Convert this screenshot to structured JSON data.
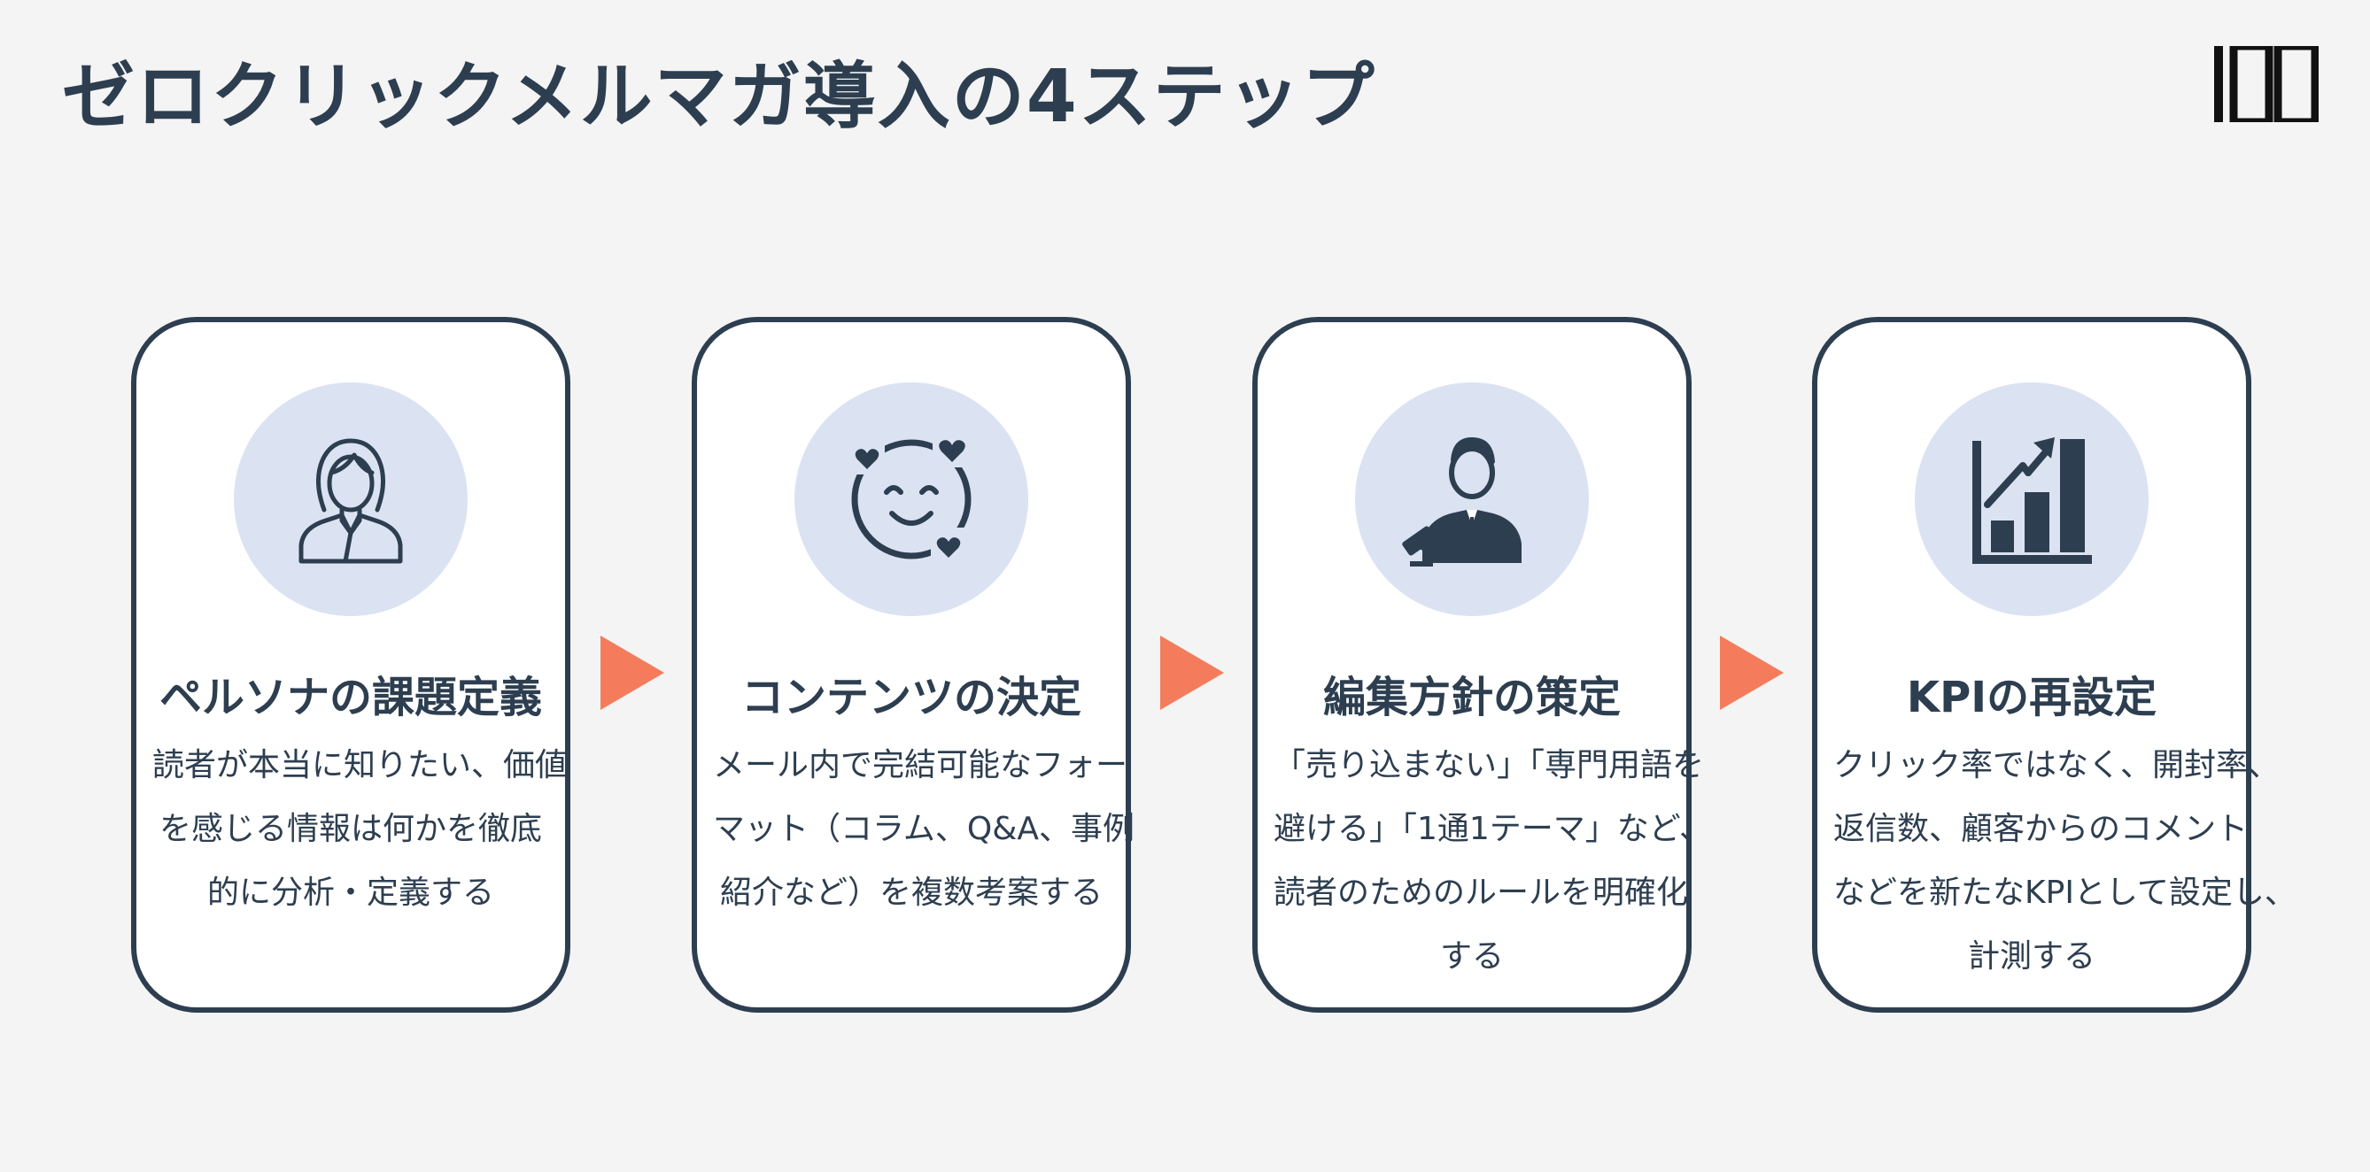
{
  "title": "ゼロクリックメルマガ導入の4ステップ",
  "colors": {
    "navy": "#2d3e50",
    "accent": "#f47c5c",
    "circle": "#dbe3f2"
  },
  "steps": [
    {
      "icon": "woman-icon",
      "heading": "ペルソナの課題定義",
      "lines": [
        "読者が本当に知りたい、価値",
        "を感じる情報は何かを徹底",
        "的に分析・定義する"
      ]
    },
    {
      "icon": "smiley-hearts-icon",
      "heading": "コンテンツの決定",
      "lines": [
        "メール内で完結可能なフォー",
        "マット（コラム、Q&A、事例",
        "紹介など）を複数考案する"
      ]
    },
    {
      "icon": "judge-gavel-icon",
      "heading": "編集方針の策定",
      "lines": [
        "「売り込まない」「専門用語を",
        "避ける」「1通1テーマ」など、",
        "読者のためのルールを明確化",
        "する"
      ]
    },
    {
      "icon": "bar-chart-growth-icon",
      "heading": "KPIの再設定",
      "lines": [
        "クリック率ではなく、開封率、",
        "返信数、顧客からのコメント",
        "などを新たなKPIとして設定し、",
        "計測する"
      ]
    }
  ]
}
